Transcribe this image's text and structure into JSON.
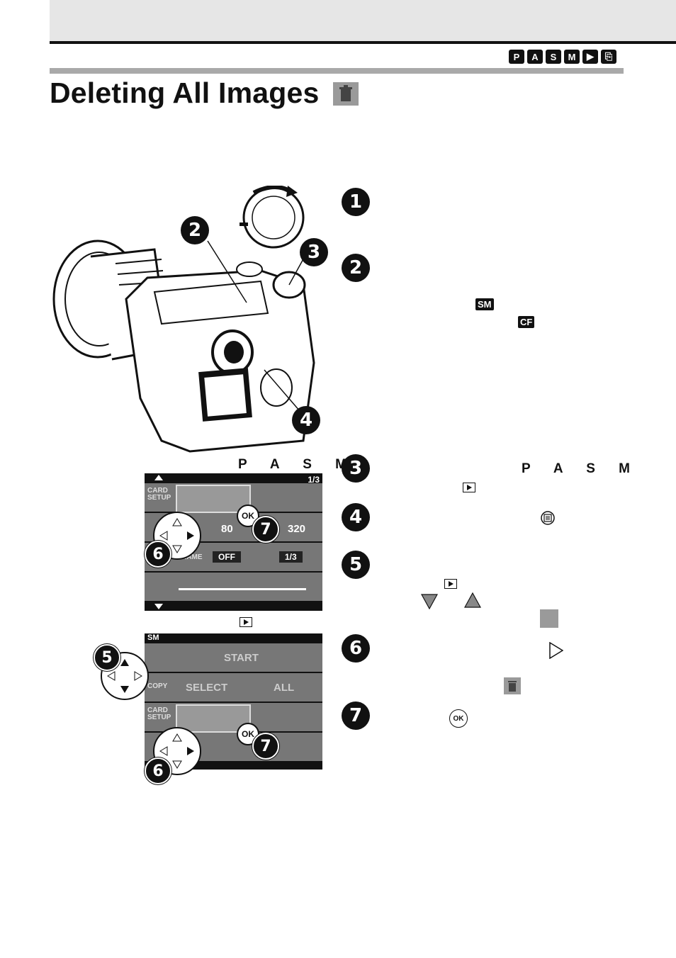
{
  "header": {
    "modes": [
      "P",
      "A",
      "S",
      "M",
      "▶",
      "⎘"
    ]
  },
  "title": "Deleting All Images",
  "steps": {
    "s1": "1",
    "s2": "2",
    "s3": "3",
    "s4": "4",
    "s5": "5",
    "s6": "6",
    "s7": "7"
  },
  "badges": {
    "sm": "SM",
    "cf": "CF"
  },
  "pasm": "P A S M",
  "pasm_left": "P A S M",
  "camera_callouts": [
    "2",
    "3",
    "4"
  ],
  "screen1": {
    "counter": "1/3",
    "card_setup": "CARD SETUP",
    "frame_label": "FRAME",
    "frame_value": "OFF",
    "frame_right": "1/3",
    "iso_values": [
      "80",
      "320"
    ]
  },
  "screen2": {
    "top_label": "SM",
    "start": "START",
    "copy": "COPY",
    "select": "SELECT",
    "all": "ALL",
    "card_setup": "CARD SETUP"
  },
  "ok_label": "OK",
  "colors": {
    "accent": "#111111",
    "band": "#e6e6e6",
    "rule_gray": "#a9a9a9"
  }
}
